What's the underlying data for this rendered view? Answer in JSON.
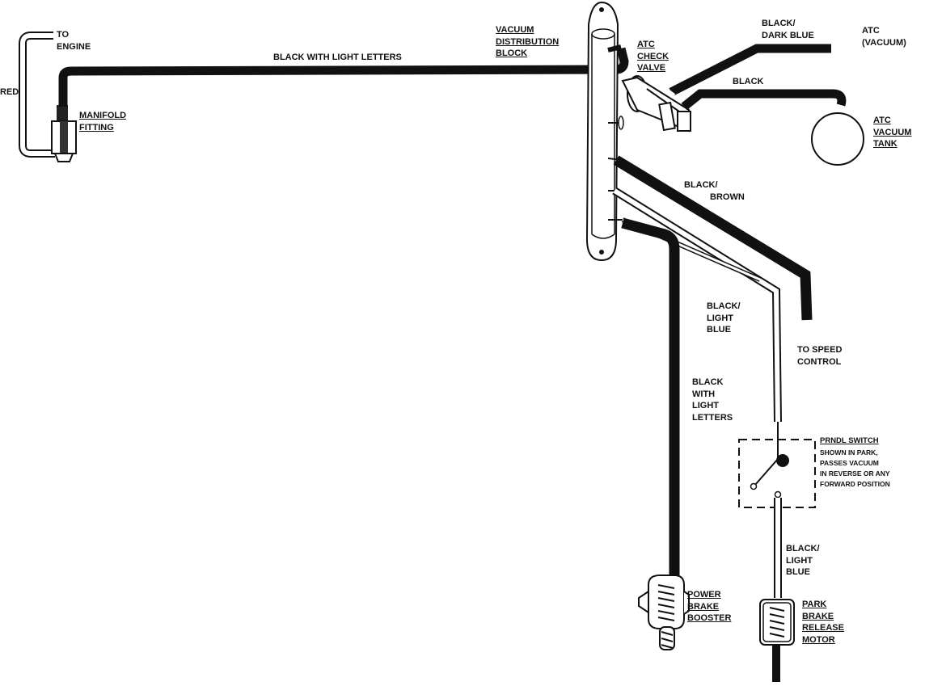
{
  "labels": {
    "to_engine": [
      "TO",
      "ENGINE"
    ],
    "red": "RED",
    "manifold_fitting": [
      "MANIFOLD",
      "FITTING"
    ],
    "black_light_letters_top": "BLACK WITH LIGHT LETTERS",
    "vacuum_distribution_block": [
      "VACUUM",
      "DISTRIBUTION",
      "BLOCK"
    ],
    "atc_check_valve": [
      "ATC",
      "CHECK",
      "VALVE"
    ],
    "black_dark_blue": [
      "BLACK/",
      "DARK BLUE"
    ],
    "atc_vacuum": [
      "ATC",
      "(VACUUM)"
    ],
    "black": "BLACK",
    "atc_vacuum_tank": [
      "ATC",
      "VACUUM",
      "TANK"
    ],
    "black_brown": [
      "BLACK/",
      "BROWN"
    ],
    "black_light_blue_upper": [
      "BLACK/",
      "LIGHT",
      "BLUE"
    ],
    "to_speed_control": [
      "TO SPEED",
      "CONTROL"
    ],
    "black_with_light_letters_vertical": [
      "BLACK",
      "WITH",
      "LIGHT",
      "LETTERS"
    ],
    "prndl_switch_title": "PRNDL SWITCH",
    "prndl_switch_note": [
      "SHOWN IN PARK,",
      "PASSES VACUUM",
      "IN REVERSE OR ANY",
      "FORWARD POSITION"
    ],
    "black_light_blue_lower": [
      "BLACK/",
      "LIGHT",
      "BLUE"
    ],
    "power_brake_booster": [
      "POWER",
      "BRAKE",
      "BOOSTER"
    ],
    "park_brake_release_motor": [
      "PARK",
      "BRAKE",
      "RELEASE",
      "MOTOR"
    ]
  },
  "colors": {
    "line": "#111111",
    "background": "#ffffff"
  }
}
